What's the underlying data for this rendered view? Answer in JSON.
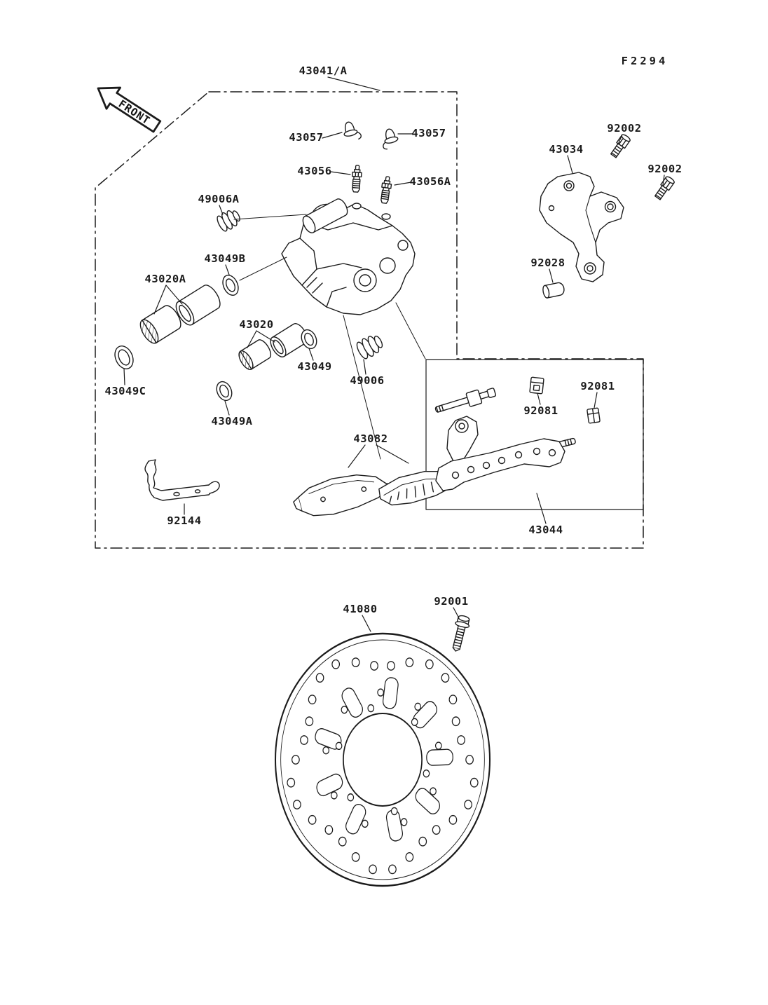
{
  "page": {
    "figure_code": "F2294",
    "front_arrow": "FRONT"
  },
  "labels": {
    "l43041A": "43041/A",
    "l43057_left": "43057",
    "l43057_right": "43057",
    "l43056": "43056",
    "l43056A": "43056A",
    "l49006A": "49006A",
    "l43049B": "43049B",
    "l43020A": "43020A",
    "l43020": "43020",
    "l43049": "43049",
    "l49006": "49006",
    "l43049C": "43049C",
    "l43049A": "43049A",
    "l92144": "92144",
    "l43082": "43082",
    "l43044": "43044",
    "l92081_left": "92081",
    "l92081_right": "92081",
    "l43034": "43034",
    "l92002_top": "92002",
    "l92002_right": "92002",
    "l92028": "92028",
    "l41080": "41080",
    "l92001": "92001"
  }
}
